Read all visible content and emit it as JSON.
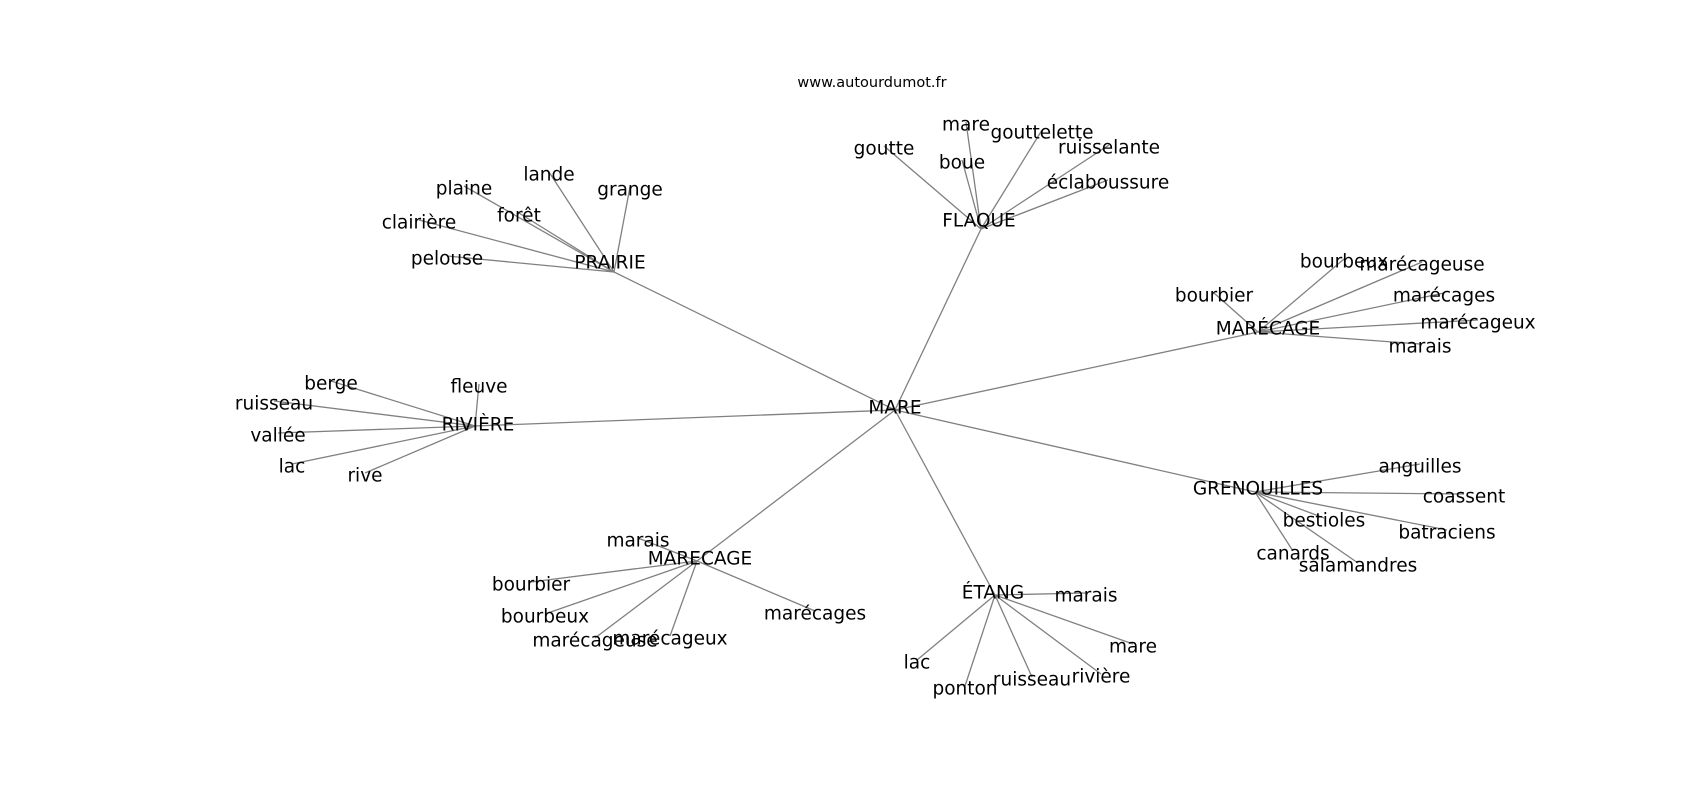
{
  "website": "www.autourdumot.fr",
  "colors": {
    "edge": "#808080",
    "text": "#000000",
    "background": "#ffffff"
  },
  "center": "MARE",
  "nodes": [
    {
      "id": "MARE",
      "label": "MARE",
      "group": "center"
    },
    {
      "id": "PRAIRIE",
      "label": "PRAIRIE",
      "group": "hub"
    },
    {
      "id": "FLAQUE",
      "label": "FLAQUE",
      "group": "hub"
    },
    {
      "id": "MARECAGE_ACCENT",
      "label": "MARÉCAGE",
      "group": "hub"
    },
    {
      "id": "RIVIERE",
      "label": "RIVIÈRE",
      "group": "hub"
    },
    {
      "id": "GRENOUILLES",
      "label": "GRENOUILLES",
      "group": "hub"
    },
    {
      "id": "MARECAGE",
      "label": "MARECAGE",
      "group": "hub"
    },
    {
      "id": "ETANG",
      "label": "ÉTANG",
      "group": "hub"
    },
    {
      "id": "prairie-lande",
      "label": "lande",
      "group": "leaf"
    },
    {
      "id": "prairie-grange",
      "label": "grange",
      "group": "leaf"
    },
    {
      "id": "prairie-plaine",
      "label": "plaine",
      "group": "leaf"
    },
    {
      "id": "prairie-foret",
      "label": "forêt",
      "group": "leaf"
    },
    {
      "id": "prairie-clairiere",
      "label": "clairière",
      "group": "leaf"
    },
    {
      "id": "prairie-pelouse",
      "label": "pelouse",
      "group": "leaf"
    },
    {
      "id": "flaque-mare",
      "label": "mare",
      "group": "leaf"
    },
    {
      "id": "flaque-gouttelette",
      "label": "gouttelette",
      "group": "leaf"
    },
    {
      "id": "flaque-goutte",
      "label": "goutte",
      "group": "leaf"
    },
    {
      "id": "flaque-ruisselante",
      "label": "ruisselante",
      "group": "leaf"
    },
    {
      "id": "flaque-boue",
      "label": "boue",
      "group": "leaf"
    },
    {
      "id": "flaque-eclaboussure",
      "label": "éclaboussure",
      "group": "leaf"
    },
    {
      "id": "marecagea-bourbeux",
      "label": "bourbeux",
      "group": "leaf"
    },
    {
      "id": "marecagea-marecageuse",
      "label": "marécageuse",
      "group": "leaf"
    },
    {
      "id": "marecagea-bourbier",
      "label": "bourbier",
      "group": "leaf"
    },
    {
      "id": "marecagea-marecages",
      "label": "marécages",
      "group": "leaf"
    },
    {
      "id": "marecagea-marecageux",
      "label": "marécageux",
      "group": "leaf"
    },
    {
      "id": "marecagea-marais",
      "label": "marais",
      "group": "leaf"
    },
    {
      "id": "riviere-berge",
      "label": "berge",
      "group": "leaf"
    },
    {
      "id": "riviere-fleuve",
      "label": "fleuve",
      "group": "leaf"
    },
    {
      "id": "riviere-ruisseau",
      "label": "ruisseau",
      "group": "leaf"
    },
    {
      "id": "riviere-vallee",
      "label": "vallée",
      "group": "leaf"
    },
    {
      "id": "riviere-lac",
      "label": "lac",
      "group": "leaf"
    },
    {
      "id": "riviere-rive",
      "label": "rive",
      "group": "leaf"
    },
    {
      "id": "gren-anguilles",
      "label": "anguilles",
      "group": "leaf"
    },
    {
      "id": "gren-coassent",
      "label": "coassent",
      "group": "leaf"
    },
    {
      "id": "gren-bestioles",
      "label": "bestioles",
      "group": "leaf"
    },
    {
      "id": "gren-batraciens",
      "label": "batraciens",
      "group": "leaf"
    },
    {
      "id": "gren-canards",
      "label": "canards",
      "group": "leaf"
    },
    {
      "id": "gren-salamandres",
      "label": "salamandres",
      "group": "leaf"
    },
    {
      "id": "marecage-marais",
      "label": "marais",
      "group": "leaf"
    },
    {
      "id": "marecage-bourbier",
      "label": "bourbier",
      "group": "leaf"
    },
    {
      "id": "marecage-bourbeux",
      "label": "bourbeux",
      "group": "leaf"
    },
    {
      "id": "marecage-marecageuse",
      "label": "marécageuse",
      "group": "leaf"
    },
    {
      "id": "marecage-marecageux",
      "label": "marécageux",
      "group": "leaf"
    },
    {
      "id": "marecage-marecages",
      "label": "marécages",
      "group": "leaf"
    },
    {
      "id": "etang-marais",
      "label": "marais",
      "group": "leaf"
    },
    {
      "id": "etang-mare",
      "label": "mare",
      "group": "leaf"
    },
    {
      "id": "etang-lac",
      "label": "lac",
      "group": "leaf"
    },
    {
      "id": "etang-ponton",
      "label": "ponton",
      "group": "leaf"
    },
    {
      "id": "etang-ruisseau",
      "label": "ruisseau",
      "group": "leaf"
    },
    {
      "id": "etang-riviere",
      "label": "rivière",
      "group": "leaf"
    }
  ],
  "edges": [
    [
      "MARE",
      "PRAIRIE"
    ],
    [
      "MARE",
      "FLAQUE"
    ],
    [
      "MARE",
      "MARECAGE_ACCENT"
    ],
    [
      "MARE",
      "RIVIERE"
    ],
    [
      "MARE",
      "GRENOUILLES"
    ],
    [
      "MARE",
      "MARECAGE"
    ],
    [
      "MARE",
      "ETANG"
    ],
    [
      "PRAIRIE",
      "prairie-lande"
    ],
    [
      "PRAIRIE",
      "prairie-grange"
    ],
    [
      "PRAIRIE",
      "prairie-plaine"
    ],
    [
      "PRAIRIE",
      "prairie-foret"
    ],
    [
      "PRAIRIE",
      "prairie-clairiere"
    ],
    [
      "PRAIRIE",
      "prairie-pelouse"
    ],
    [
      "FLAQUE",
      "flaque-mare"
    ],
    [
      "FLAQUE",
      "flaque-gouttelette"
    ],
    [
      "FLAQUE",
      "flaque-goutte"
    ],
    [
      "FLAQUE",
      "flaque-ruisselante"
    ],
    [
      "FLAQUE",
      "flaque-boue"
    ],
    [
      "FLAQUE",
      "flaque-eclaboussure"
    ],
    [
      "MARECAGE_ACCENT",
      "marecagea-bourbeux"
    ],
    [
      "MARECAGE_ACCENT",
      "marecagea-marecageuse"
    ],
    [
      "MARECAGE_ACCENT",
      "marecagea-bourbier"
    ],
    [
      "MARECAGE_ACCENT",
      "marecagea-marecages"
    ],
    [
      "MARECAGE_ACCENT",
      "marecagea-marecageux"
    ],
    [
      "MARECAGE_ACCENT",
      "marecagea-marais"
    ],
    [
      "RIVIERE",
      "riviere-berge"
    ],
    [
      "RIVIERE",
      "riviere-fleuve"
    ],
    [
      "RIVIERE",
      "riviere-ruisseau"
    ],
    [
      "RIVIERE",
      "riviere-vallee"
    ],
    [
      "RIVIERE",
      "riviere-lac"
    ],
    [
      "RIVIERE",
      "riviere-rive"
    ],
    [
      "GRENOUILLES",
      "gren-anguilles"
    ],
    [
      "GRENOUILLES",
      "gren-coassent"
    ],
    [
      "GRENOUILLES",
      "gren-bestioles"
    ],
    [
      "GRENOUILLES",
      "gren-batraciens"
    ],
    [
      "GRENOUILLES",
      "gren-canards"
    ],
    [
      "GRENOUILLES",
      "gren-salamandres"
    ],
    [
      "MARECAGE",
      "marecage-marais"
    ],
    [
      "MARECAGE",
      "marecage-bourbier"
    ],
    [
      "MARECAGE",
      "marecage-bourbeux"
    ],
    [
      "MARECAGE",
      "marecage-marecageuse"
    ],
    [
      "MARECAGE",
      "marecage-marecageux"
    ],
    [
      "MARECAGE",
      "marecage-marecages"
    ],
    [
      "ETANG",
      "etang-marais"
    ],
    [
      "ETANG",
      "etang-mare"
    ],
    [
      "ETANG",
      "etang-lac"
    ],
    [
      "ETANG",
      "etang-ponton"
    ],
    [
      "ETANG",
      "etang-ruisseau"
    ],
    [
      "ETANG",
      "etang-riviere"
    ]
  ]
}
